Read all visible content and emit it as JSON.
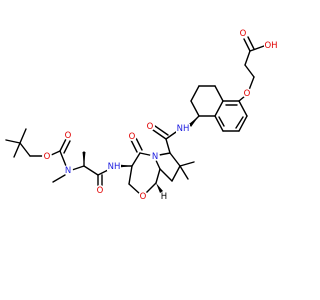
{
  "colors": {
    "bond": "#000000",
    "oxygen": "#e00000",
    "nitrogen": "#2020e0",
    "background": "#ffffff"
  },
  "atoms": {
    "o_boc_ether": "O",
    "o_boc_carbonyl": "O",
    "n_methyl": "N",
    "o_ala_carbonyl": "O",
    "nh_ala": "NH",
    "o_lactam": "O",
    "n_ring": "N",
    "o_ring": "O",
    "h_bridge": "H",
    "o_amide_carbonyl": "O",
    "nh_amide": "NH",
    "o_aryl_ether": "O",
    "o_acid_carbonyl": "O",
    "oh_acid": "OH"
  }
}
